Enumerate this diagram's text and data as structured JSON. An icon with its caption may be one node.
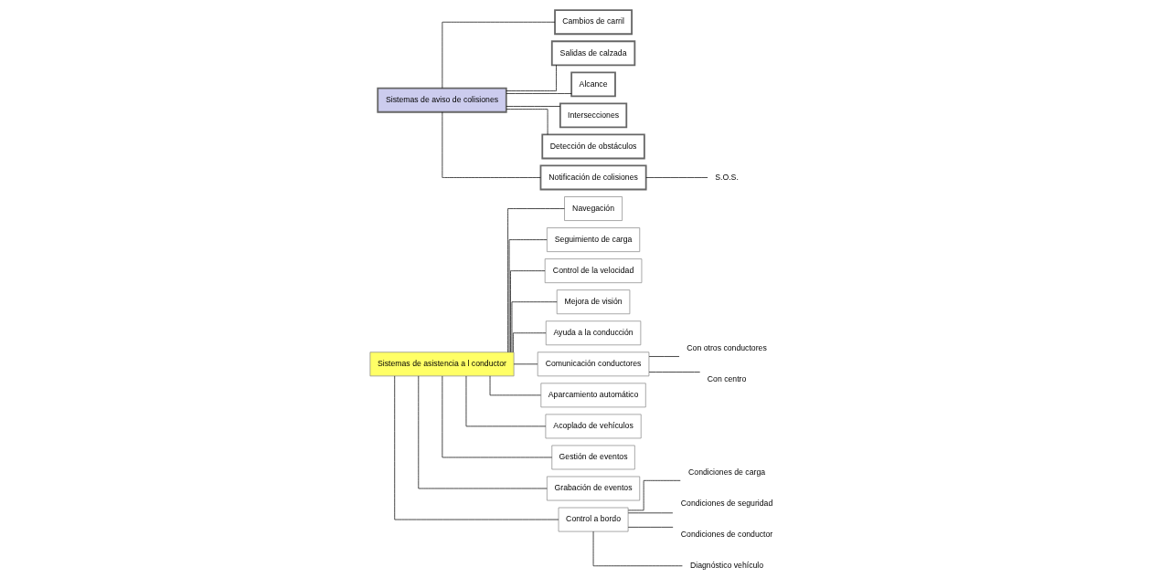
{
  "diagram": {
    "nodes": [
      {
        "text": [
          "Sistemas de asistencia a l conductor"
        ]
      },
      {
        "text": [
          "Navegación"
        ]
      },
      {
        "text": [
          "Seguimiento de carga"
        ]
      },
      {
        "text": [
          "Control de la velocidad"
        ]
      },
      {
        "text": [
          "Mejora de visión"
        ]
      },
      {
        "text": [
          "Ayuda a la conducción"
        ]
      },
      {
        "text": [
          "Comunicación conductores"
        ]
      },
      {
        "text": [
          "Con otros conductores"
        ]
      },
      {
        "text": [
          "Con centro"
        ]
      },
      {
        "text": [
          "Aparcamiento automático"
        ]
      },
      {
        "text": [
          "Acoplado de vehículos"
        ]
      },
      {
        "text": [
          "Gestión de eventos"
        ]
      },
      {
        "text": [
          "Grabación de eventos"
        ]
      },
      {
        "text": [
          "Control a bordo"
        ]
      },
      {
        "text": [
          "Condiciones de carga"
        ]
      },
      {
        "text": [
          "Condiciones de seguridad"
        ]
      },
      {
        "text": [
          "Condiciones de conductor"
        ]
      },
      {
        "text": [
          "Diagnóstico vehículo"
        ]
      },
      {
        "text": [
          "Sistemas de aviso de colisiones"
        ]
      },
      {
        "text": [
          "Cambios de carril"
        ]
      },
      {
        "text": [
          "Salidas de calzada"
        ]
      },
      {
        "text": [
          "Alcance"
        ]
      },
      {
        "text": [
          "Intersecciones"
        ]
      },
      {
        "text": [
          "Detección de obstáculos"
        ]
      },
      {
        "text": [
          "Notificación de colisiones"
        ]
      },
      {
        "text": [
          "S.O.S."
        ]
      }
    ],
    "edges": [
      {
        "from": 0,
        "to": 1,
        "arrow": "none"
      },
      {
        "from": 0,
        "to": 2,
        "arrow": "none"
      },
      {
        "from": 0,
        "to": 3,
        "arrow": "none"
      },
      {
        "from": 0,
        "to": 4,
        "arrow": "none"
      },
      {
        "from": 0,
        "to": 5,
        "arrow": "none"
      },
      {
        "from": 0,
        "to": 6,
        "arrow": "none"
      },
      {
        "from": 6,
        "to": 7,
        "arrow": "none"
      },
      {
        "from": 6,
        "to": 8,
        "arrow": "none"
      },
      {
        "from": 0,
        "to": 9,
        "arrow": "none"
      },
      {
        "from": 0,
        "to": 10,
        "arrow": "none"
      },
      {
        "from": 0,
        "to": 11,
        "arrow": "none"
      },
      {
        "from": 0,
        "to": 12,
        "arrow": "none"
      },
      {
        "from": 0,
        "to": 13,
        "arrow": "none"
      },
      {
        "from": 13,
        "to": 14,
        "arrow": "none"
      },
      {
        "from": 13,
        "to": 15,
        "arrow": "none"
      },
      {
        "from": 13,
        "to": 16,
        "arrow": "none"
      },
      {
        "from": 13,
        "to": 17,
        "arrow": "none"
      },
      {
        "from": 18,
        "to": 19,
        "arrow": "none"
      },
      {
        "from": 18,
        "to": 20,
        "arrow": "none"
      },
      {
        "from": 18,
        "to": 21,
        "arrow": "none"
      },
      {
        "from": 18,
        "to": 22,
        "arrow": "none"
      },
      {
        "from": 18,
        "to": 23,
        "arrow": "none"
      },
      {
        "from": 18,
        "to": 24,
        "arrow": "none"
      },
      {
        "from": 24,
        "to": 25,
        "arrow": "none"
      }
    ]
  }
}
